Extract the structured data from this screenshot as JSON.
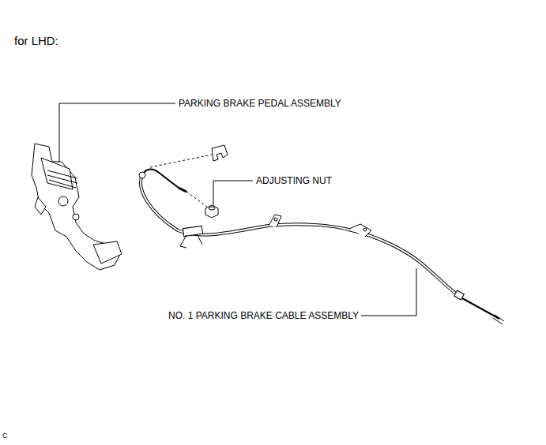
{
  "diagram": {
    "title": "for LHD:",
    "labels": [
      "PARKING BRAKE PEDAL ASSEMBLY",
      "ADJUSTING NUT",
      "NO. 1 PARKING BRAKE CABLE ASSEMBLY",
      "C"
    ]
  }
}
